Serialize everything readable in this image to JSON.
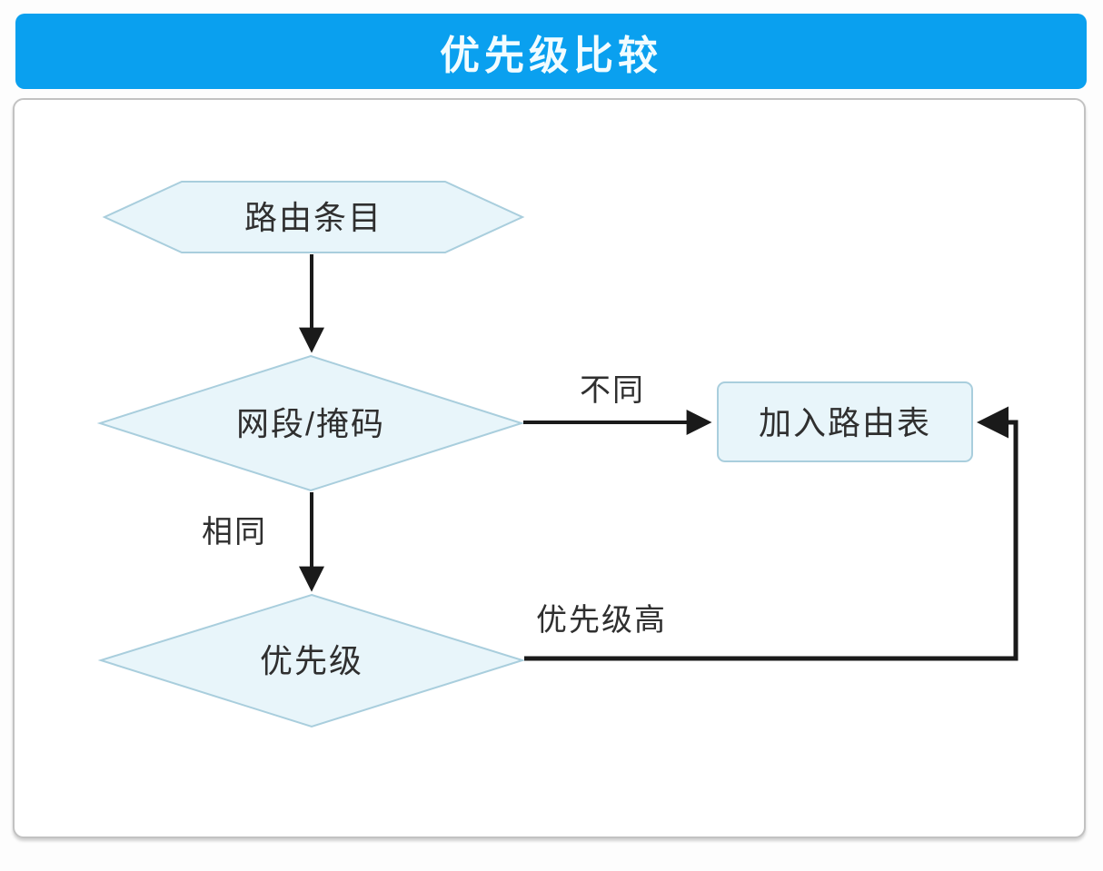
{
  "header": {
    "title": "优先级比较",
    "bg_color": "#0aa0ef",
    "text_color": "#f2fcff"
  },
  "colors": {
    "node_fill": "#e8f5fa",
    "node_border": "#a9cedd",
    "arrow_line": "#1a1a1a",
    "node_text": "#2f2f2f",
    "card_border": "#c2c2c2"
  },
  "flowchart": {
    "nodes": {
      "start": {
        "shape": "hexagon",
        "label": "路由条目"
      },
      "decision_network": {
        "shape": "diamond",
        "label": "网段/掩码"
      },
      "add_route": {
        "shape": "rounded-rect",
        "label": "加入路由表"
      },
      "decision_priority": {
        "shape": "diamond",
        "label": "优先级"
      }
    },
    "edge_labels": {
      "different": "不同",
      "same": "相同",
      "higher_priority": "优先级高"
    }
  }
}
